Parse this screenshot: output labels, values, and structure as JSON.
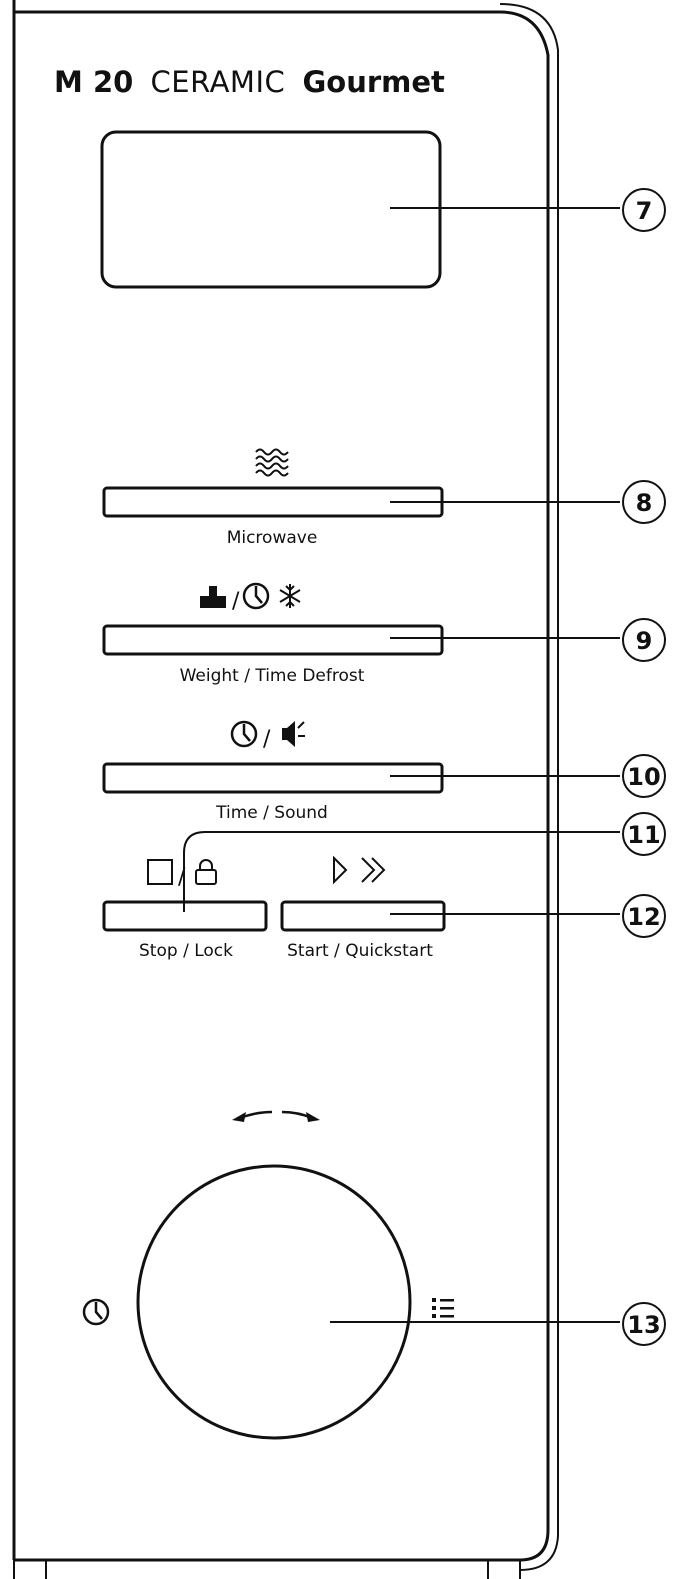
{
  "brand": {
    "model": "M 20",
    "line": "CERAMIC",
    "variant": "Gourmet"
  },
  "display": {
    "callout": "7"
  },
  "controls": [
    {
      "id": "microwave",
      "label": "Microwave",
      "icon": "microwave-waves-icon",
      "callout": "8"
    },
    {
      "id": "defrost",
      "label": "Weight / Time Defrost",
      "icon": "weight-clock-snowflake-icon",
      "callout": "9"
    },
    {
      "id": "time-sound",
      "label": "Time / Sound",
      "icon": "clock-mute-icon",
      "callout": "10"
    },
    {
      "id": "stop-lock",
      "label": "Stop / Lock",
      "icon": "stop-lock-icon",
      "callout": "11"
    },
    {
      "id": "start",
      "label": "Start / Quickstart",
      "icon": "play-fastforward-icon",
      "callout": "12"
    }
  ],
  "dial": {
    "callout": "13",
    "left_icon": "clock-icon",
    "right_icon": "menu-list-icon",
    "top_icon": "rotate-arrows-icon"
  },
  "colors": {
    "ink": "#111111",
    "background": "#ffffff"
  }
}
